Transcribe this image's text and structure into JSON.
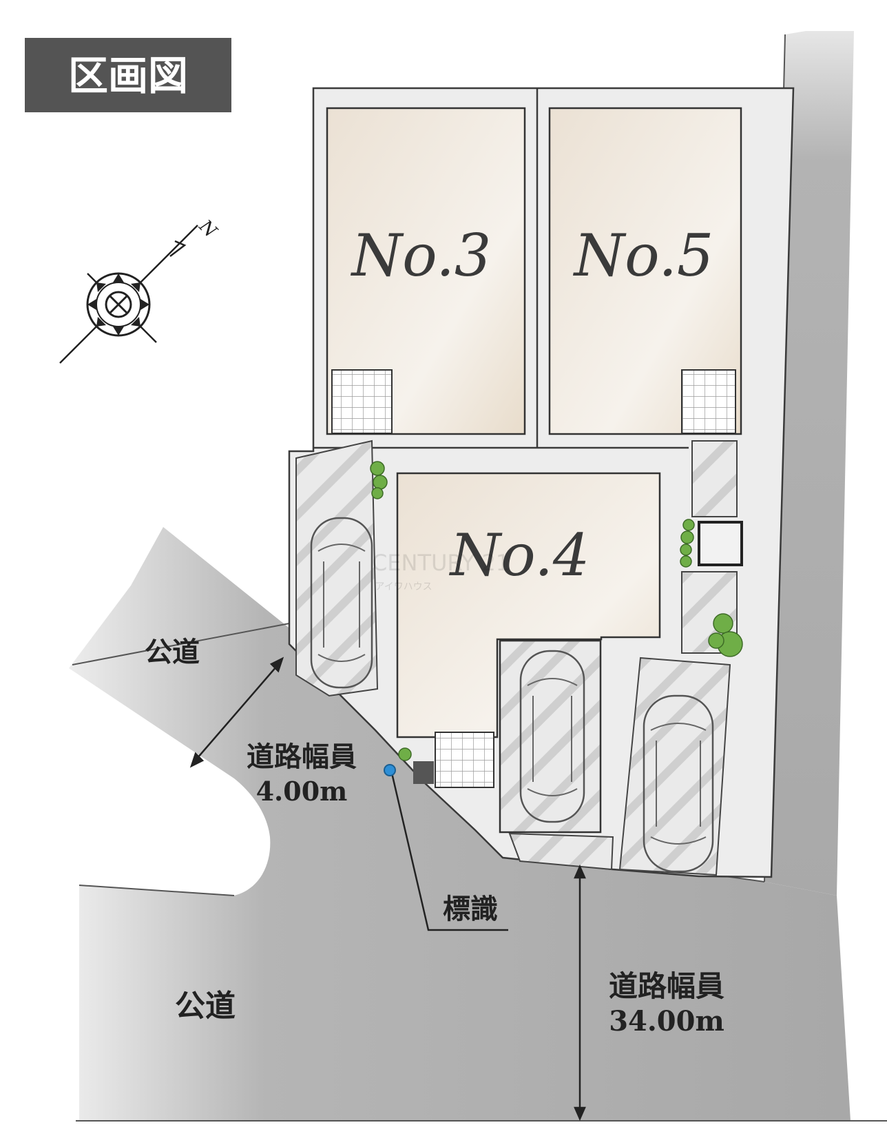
{
  "title": "区画図",
  "lots": {
    "no3": "No.3",
    "no5": "No.5",
    "no4": "No.4"
  },
  "compass": {
    "north_label": "N"
  },
  "roads": {
    "upper_name": "公道",
    "lower_name": "公道",
    "upper_width_label": "道路幅員",
    "upper_width_value": "4.00m",
    "lower_width_label": "道路幅員",
    "lower_width_value": "34.00m"
  },
  "sign": {
    "label": "標識"
  },
  "watermark": {
    "main": "CENTURY 21",
    "sub": "アイワハウス"
  },
  "colors": {
    "title_bg": "#545454",
    "road": "#b3b3b3",
    "lot_fill": "#f3eee8",
    "border": "#3a3a3a",
    "greenery": "#6fae47",
    "sign_dot": "#2e8fd6"
  }
}
